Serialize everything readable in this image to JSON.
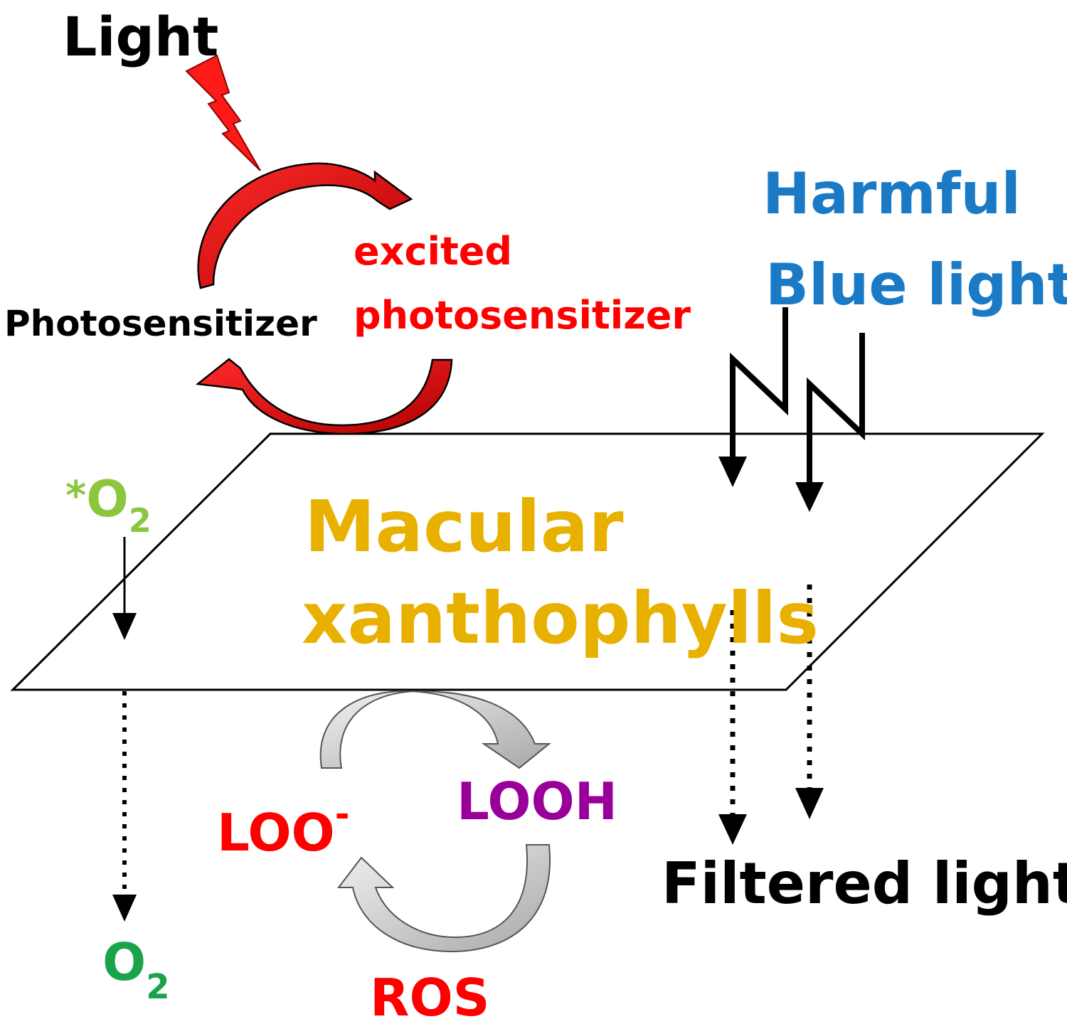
{
  "labels": {
    "light": "Light",
    "photosensitizer": "Photosensitizer",
    "excited_line1": "excited",
    "excited_line2": "photosensitizer",
    "harmful_line1": "Harmful",
    "harmful_line2": "Blue light",
    "singlet_star": "*",
    "singlet_o": "O",
    "singlet_sub": "2",
    "macular_line1": "Macular",
    "macular_line2": "xanthophylls",
    "oxygen_o": "O",
    "oxygen_sub": "2",
    "loo": "LOO",
    "loo_sup": "-",
    "looh": "LOOH",
    "ros": "ROS",
    "filtered": "Filtered light"
  },
  "colors": {
    "light_text": "#000000",
    "excited_text": "#ff0000",
    "blue_text": "#1a7ac6",
    "singlet_oxygen": "#8cc63f",
    "macular_text": "#e8b100",
    "oxygen": "#1aa34a",
    "loo_text": "#ff0000",
    "looh_text": "#990099",
    "ros_text": "#ff0000",
    "red_arrow": "#e8141a",
    "grey_arrow": "#c8c8c8"
  },
  "icons": [
    "lightning-bolt-icon",
    "zigzag-light-arrow-icon",
    "cycle-arrow-icon"
  ]
}
